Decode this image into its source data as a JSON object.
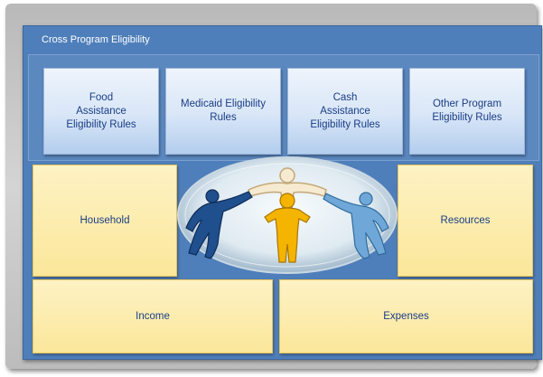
{
  "diagram": {
    "title": "Cross Program Eligibility",
    "program_rules": [
      {
        "label": "Food Assistance Eligibility Rules"
      },
      {
        "label": "Medicaid Eligibility Rules"
      },
      {
        "label": "Cash Assistance Eligibility Rules"
      },
      {
        "label": "Other Program Eligibility Rules"
      }
    ],
    "factors": {
      "household": "Household",
      "resources": "Resources",
      "income": "Income",
      "expenses": "Expenses"
    },
    "colors": {
      "panel_blue": "#4f7fba",
      "rule_box_text": "#1a3d86",
      "factor_yellow": "#fbe79a",
      "figure_dark_blue": "#1f4f8c",
      "figure_yellow": "#f4b400",
      "figure_light_blue": "#6fa8d8",
      "figure_cream": "#f6ead0"
    },
    "center_image": "people-circle-icon"
  }
}
